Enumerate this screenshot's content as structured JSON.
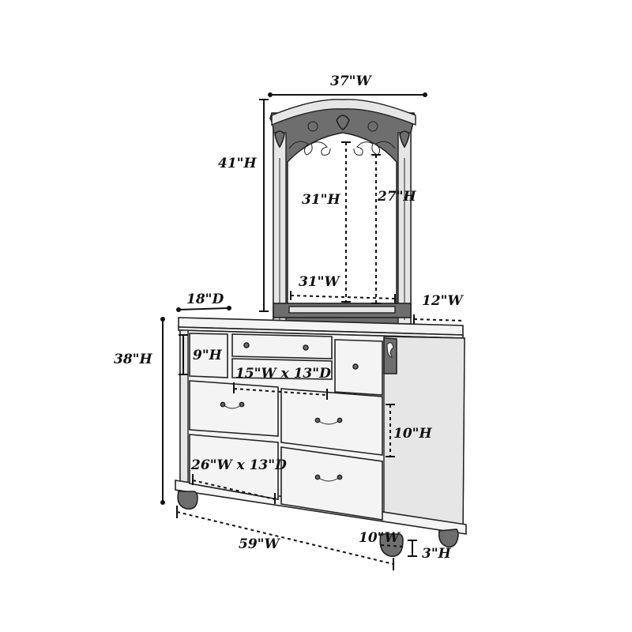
{
  "dimensions": {
    "mirror_width": "37\"W",
    "mirror_height": "41\"H",
    "mirror_glass_height_outer": "31\"H",
    "mirror_glass_height_inner": "27\"H",
    "mirror_glass_width": "31\"W",
    "mirror_depth": "12\"W",
    "dresser_depth": "18\"D",
    "dresser_height": "38\"H",
    "small_drawer_height": "9\"H",
    "top_drawer_size": "15\"W x 13\"D",
    "drawer_height": "10\"H",
    "large_drawer_size": "26\"W x 13\"D",
    "dresser_width": "59\"W",
    "foot_width": "10\"W",
    "foot_height": "3\"H"
  },
  "colors": {
    "line": "#111111",
    "furniture_fill": "#f4f4f4",
    "frame_fill": "#6e6e6e"
  }
}
